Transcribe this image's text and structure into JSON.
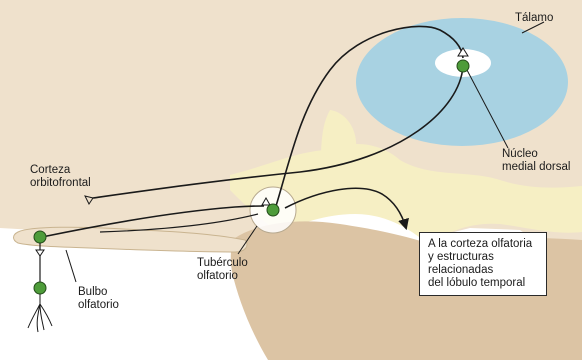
{
  "labels": {
    "talamo": "Tálamo",
    "nucleo": "Núcleo\nmedial dorsal",
    "corteza": "Corteza\norbitofrontal",
    "bulbo": "Bulbo\nolfatorio",
    "tuberculo": "Tubérculo\nolfatorio",
    "destino": "A la corteza olfatoria\ny estructuras\nrelacionadas\ndel lóbulo temporal"
  },
  "colors": {
    "background": "#ffffff",
    "frontal_lobe": "#efe1cc",
    "temporal_lobe": "#dcc4a4",
    "thalamus": "#a8d2e2",
    "white_matter": "#f6efc4",
    "neuron": "#4e9c3a",
    "pathway": "#1a1a1a"
  }
}
